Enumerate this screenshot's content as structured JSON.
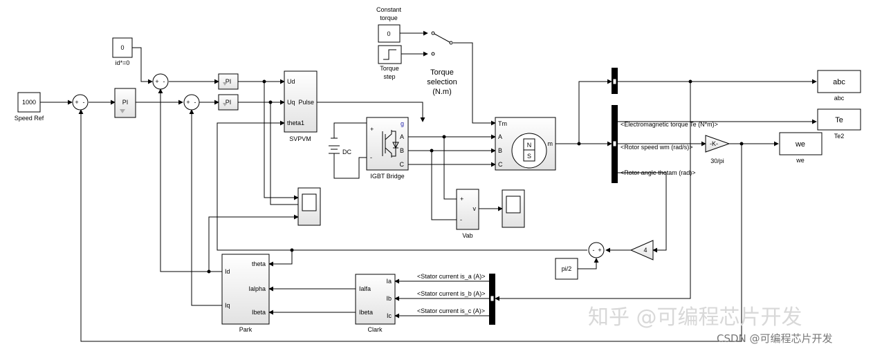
{
  "blocks": {
    "speed_ref_value": "1000",
    "speed_ref_label": "Speed Ref",
    "id_ref_value": "0",
    "id_ref_label": "id*=0",
    "pi": "PI",
    "constant_torque_line1": "Constant",
    "constant_torque_line2": "torque",
    "constant_torque_value": "0",
    "torque_step_line1": "Torque",
    "torque_step_line2": "step",
    "torque_sel_line1": "Torque",
    "torque_sel_line2": "selection",
    "torque_sel_line3": "(N.m)",
    "svpvm_label": "SVPVM",
    "svpvm_ports": [
      "Ud",
      "Uq",
      "theta1",
      "Pulse"
    ],
    "dc_label": "DC",
    "igbt_label": "IGBT Bridge",
    "igbt_ports": [
      "g",
      "A",
      "B",
      "C",
      "+",
      "-"
    ],
    "motor_ports": [
      "Tm",
      "A",
      "B",
      "C",
      "m"
    ],
    "motor_n": "N",
    "motor_s": "S",
    "abc_label": "abc",
    "abc_caption": "abc",
    "te_label": "Te",
    "te_caption": "Te2",
    "we_label": "we",
    "we_caption": "we",
    "gain_label": "-K-",
    "gain_caption": "30/pi",
    "gain4": "4",
    "pi2": "pi/2",
    "vab_label": "Vab",
    "vab_ports": [
      "+",
      "-",
      "v"
    ],
    "park_label": "Park",
    "park_ports": [
      "theta",
      "Ialpha",
      "Ibeta",
      "Id",
      "Iq"
    ],
    "clark_label": "Clark",
    "clark_ports": [
      "Ia",
      "Ib",
      "Ic",
      "Ialfa",
      "Ibeta"
    ]
  },
  "signals": {
    "te": "<Electromagnetic torque Te (N*m)>",
    "wm": "<Rotor speed wm (rad/s)>",
    "thetam": "<Rotor angle thetam (rad)>",
    "isa": "<Stator current is_a (A)>",
    "isb": "<Stator current is_b (A)>",
    "isc": "<Stator current is_c (A)>"
  },
  "signs": {
    "plus": "+",
    "minus": "-"
  },
  "watermark": {
    "zhihu": "知乎 @可编程芯片开发",
    "csdn": "CSDN @可编程芯片开发"
  }
}
